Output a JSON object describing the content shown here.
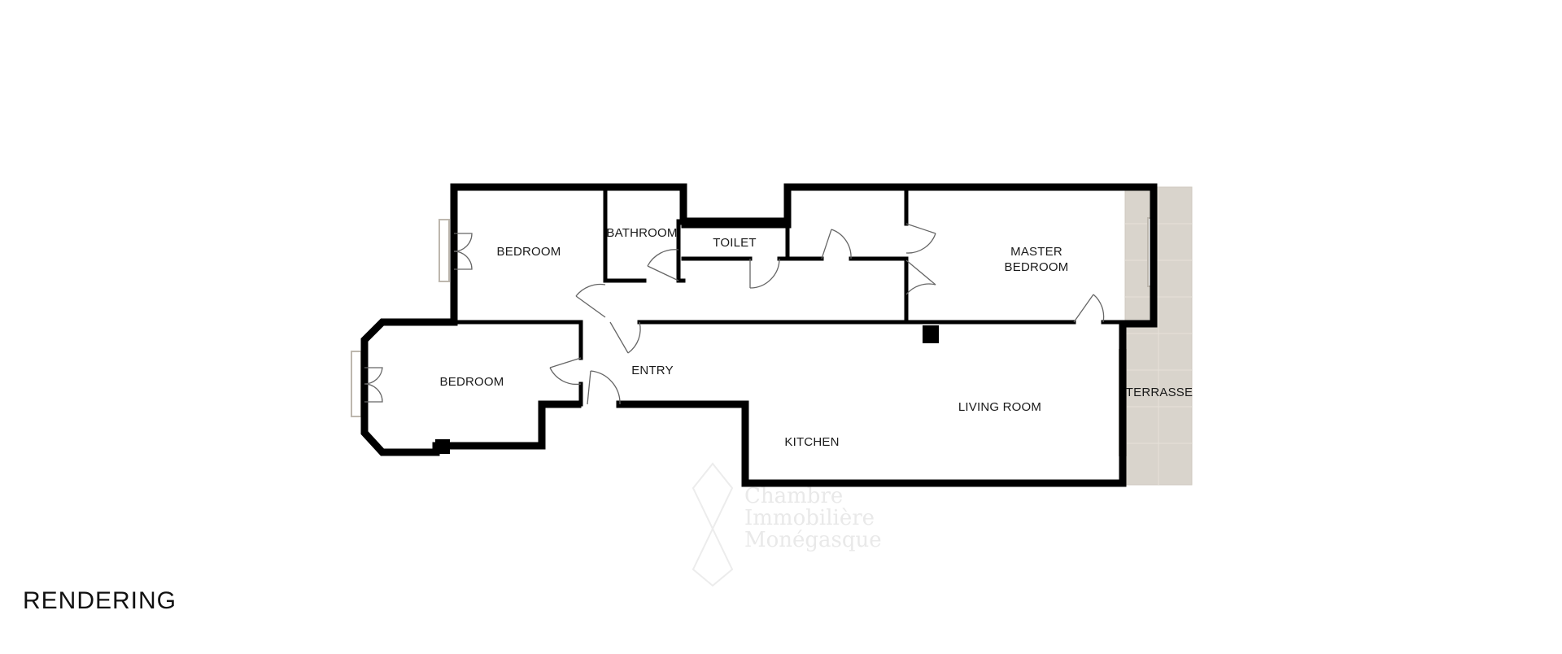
{
  "rooms": {
    "bedroom_top": "BEDROOM",
    "bathroom": "BATHROOM",
    "toilet": "TOILET",
    "master_line1": "MASTER",
    "master_line2": "BEDROOM",
    "bedroom_left": "BEDROOM",
    "entry": "ENTRY",
    "living_room": "LIVING ROOM",
    "kitchen": "KITCHEN",
    "terrasse": "TERRASSE"
  },
  "watermark": {
    "line1": "Chambre",
    "line2": "Immobilière",
    "line3": "Monégasque"
  },
  "caption": "RENDERING",
  "colors": {
    "wall": "#000000",
    "terrace_fill": "#d9d4cc",
    "window": "#cfcac2",
    "watermark": "#e9e9e9"
  }
}
